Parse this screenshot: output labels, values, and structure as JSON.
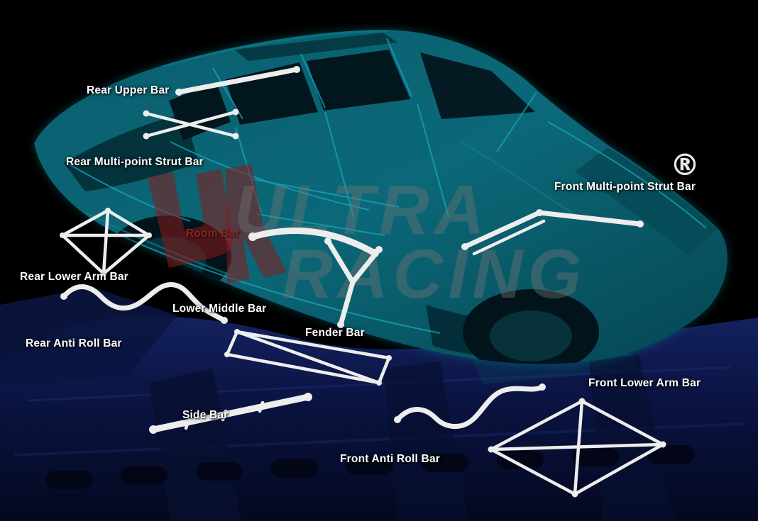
{
  "diagram": {
    "labels": {
      "rear_upper_bar": "Rear Upper Bar",
      "rear_multi_point_strut_bar": "Rear Multi-point Strut Bar",
      "room_bar": "Room Bar",
      "rear_lower_arm_bar": "Rear Lower Arm Bar",
      "lower_middle_bar": "Lower Middle Bar",
      "rear_anti_roll_bar": "Rear Anti Roll Bar",
      "fender_bar": "Fender Bar",
      "side_bar": "Side Bar",
      "front_anti_roll_bar": "Front Anti Roll Bar",
      "front_multi_point_strut_bar": "Front Multi-point Strut Bar",
      "front_lower_arm_bar": "Front Lower Arm Bar"
    }
  },
  "watermark": {
    "brand_top": "ULTRA",
    "brand_bottom": "RACING",
    "registered_mark": "®"
  },
  "colors": {
    "background": "#000000",
    "label_text": "#ffffff",
    "room_bar_label": "#8b2525",
    "bars": "#ededed",
    "body_shell": "#0b6575",
    "chassis_base": "#0c1745",
    "watermark_text": "#757575",
    "watermark_logo": "#8b1a1a"
  }
}
